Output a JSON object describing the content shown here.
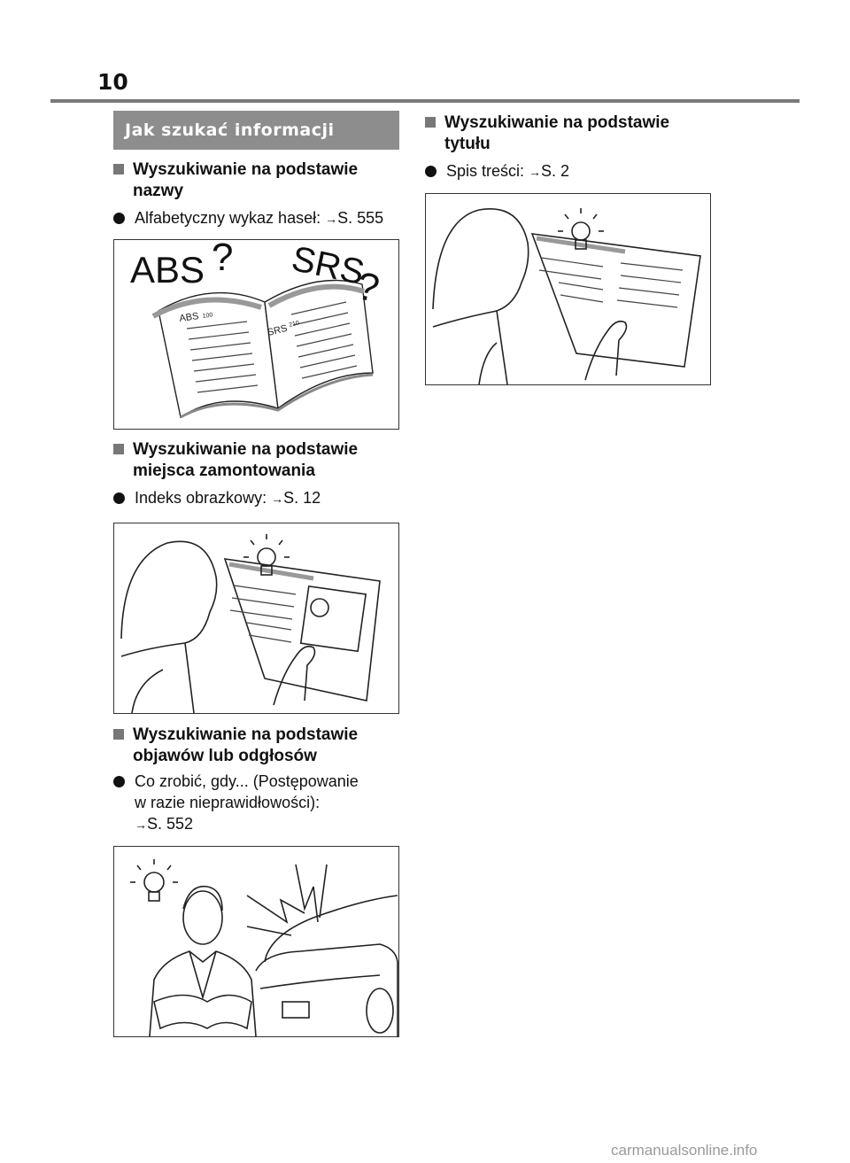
{
  "page": {
    "number": "10"
  },
  "section_title": "Jak szukać informacji",
  "left": {
    "h1": {
      "line1": "Wyszukiwanie na podstawie",
      "line2": "nazwy"
    },
    "b1": {
      "text": "Alfabetyczny wykaz haseł: ",
      "arrow": "→",
      "ref": "S. 555"
    },
    "fig1": {
      "label_abs": "ABS",
      "label_srs": "SRS",
      "q": "?",
      "small_abs": "ABS",
      "small_abs_num": "100",
      "small_srs": "SRS",
      "small_srs_num": "210"
    },
    "h2": {
      "line1": "Wyszukiwanie na podstawie",
      "line2": "miejsca zamontowania"
    },
    "b2": {
      "text": "Indeks obrazkowy: ",
      "arrow": "→",
      "ref": "S. 12"
    },
    "h3": {
      "line1": "Wyszukiwanie na podstawie",
      "line2": "objawów lub odgłosów"
    },
    "b3": {
      "line1": "Co zrobić, gdy... (Postępowanie",
      "line2": "w razie nieprawidłowości):",
      "arrow": "→",
      "ref": "S. 552"
    }
  },
  "right": {
    "h1": {
      "line1": "Wyszukiwanie na podstawie",
      "line2": "tytułu"
    },
    "b1": {
      "text": "Spis treści: ",
      "arrow": "→",
      "ref": "S. 2"
    }
  },
  "watermark": "carmanualsonline.info",
  "icons": [
    "lightbulb-icon",
    "book-icon",
    "car-icon",
    "reader-icon",
    "lightning-icon"
  ]
}
